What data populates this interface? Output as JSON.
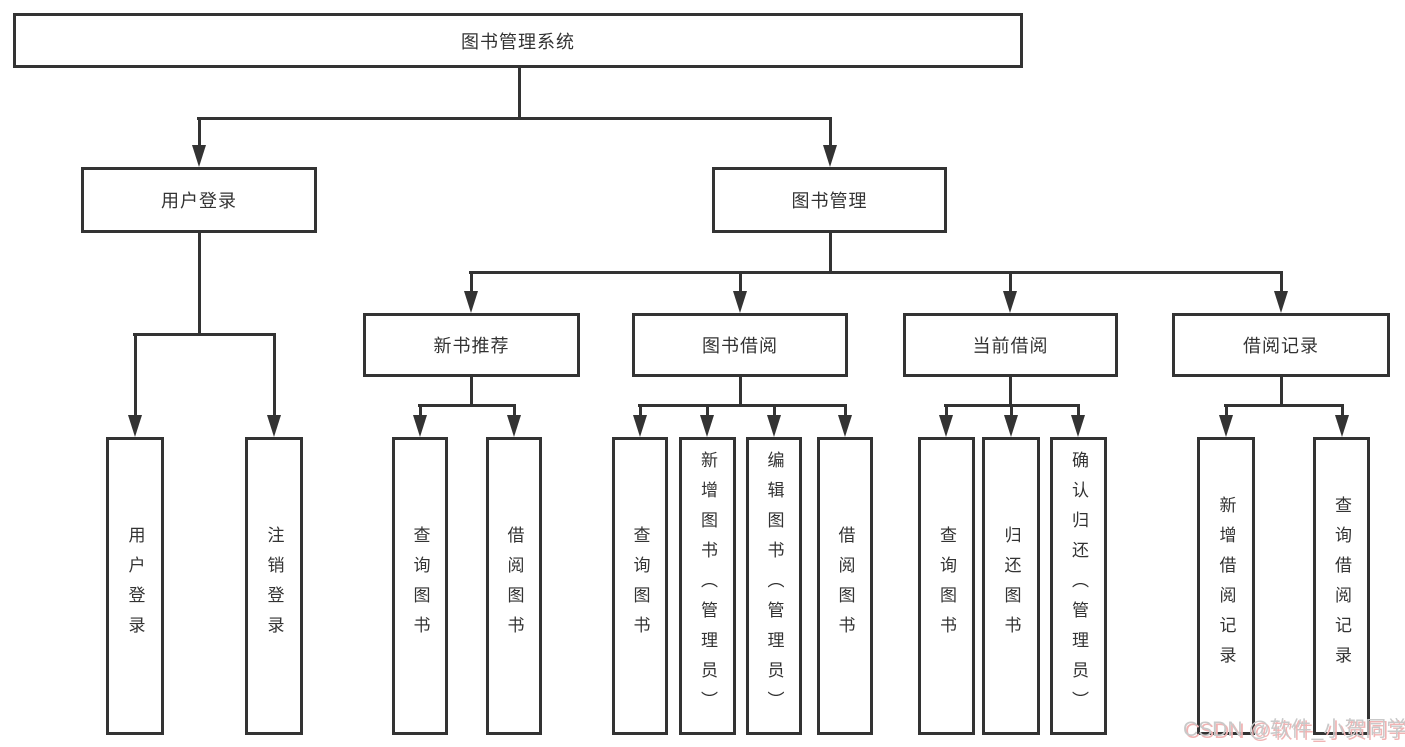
{
  "diagram": {
    "root": {
      "label": "图书管理系统"
    },
    "branches": [
      {
        "label": "用户登录",
        "children": [
          {
            "label": "用户登录"
          },
          {
            "label": "注销登录"
          }
        ]
      },
      {
        "label": "图书管理",
        "children": [
          {
            "label": "新书推荐",
            "children": [
              {
                "label": "查询图书"
              },
              {
                "label": "借阅图书"
              }
            ]
          },
          {
            "label": "图书借阅",
            "children": [
              {
                "label": "查询图书"
              },
              {
                "label": "新增图书（管理员）"
              },
              {
                "label": "编辑图书（管理员）"
              },
              {
                "label": "借阅图书"
              }
            ]
          },
          {
            "label": "当前借阅",
            "children": [
              {
                "label": "查询图书"
              },
              {
                "label": "归还图书"
              },
              {
                "label": "确认归还（管理员）"
              }
            ]
          },
          {
            "label": "借阅记录",
            "children": [
              {
                "label": "新增借阅记录"
              },
              {
                "label": "查询借阅记录"
              }
            ]
          }
        ]
      }
    ]
  },
  "colors": {
    "line": "#333333",
    "box_border": "#333333",
    "text": "#333333",
    "background": "#ffffff",
    "watermark_text": "#c9c9c9",
    "watermark_shadow": "#f0b4b4"
  },
  "watermark": {
    "text": "CSDN @软件_小贺同学"
  }
}
